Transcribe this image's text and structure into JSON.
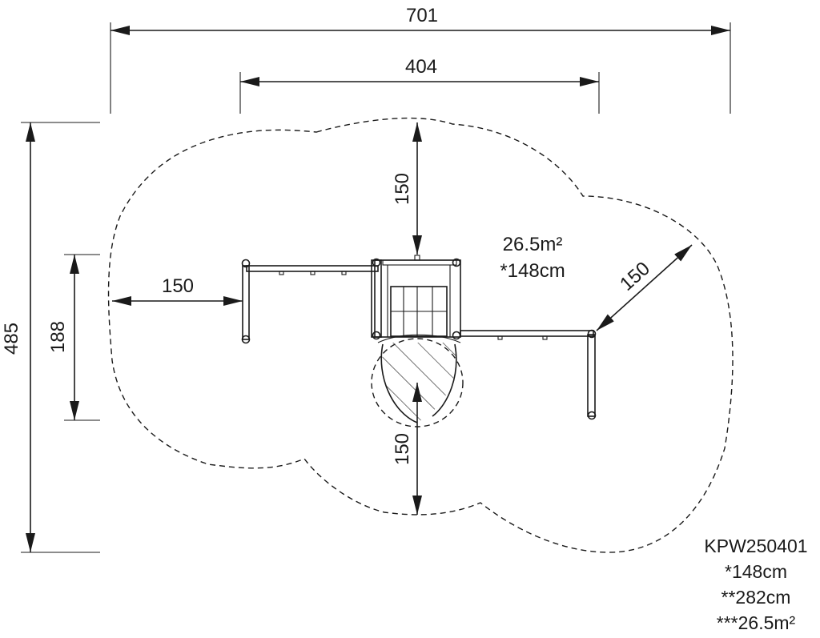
{
  "dimensions": {
    "total_width": "701",
    "inner_width": "404",
    "total_height": "485",
    "side_height": "188",
    "left_clearance": "150",
    "top_clearance": "150",
    "bottom_clearance": "150",
    "diagonal_clearance": "150"
  },
  "area_label": {
    "area": "26.5m²",
    "height": "*148cm"
  },
  "info_block": {
    "code": "KPW250401",
    "line1": "*148cm",
    "line2": "**282cm",
    "line3": "***26.5m²"
  }
}
